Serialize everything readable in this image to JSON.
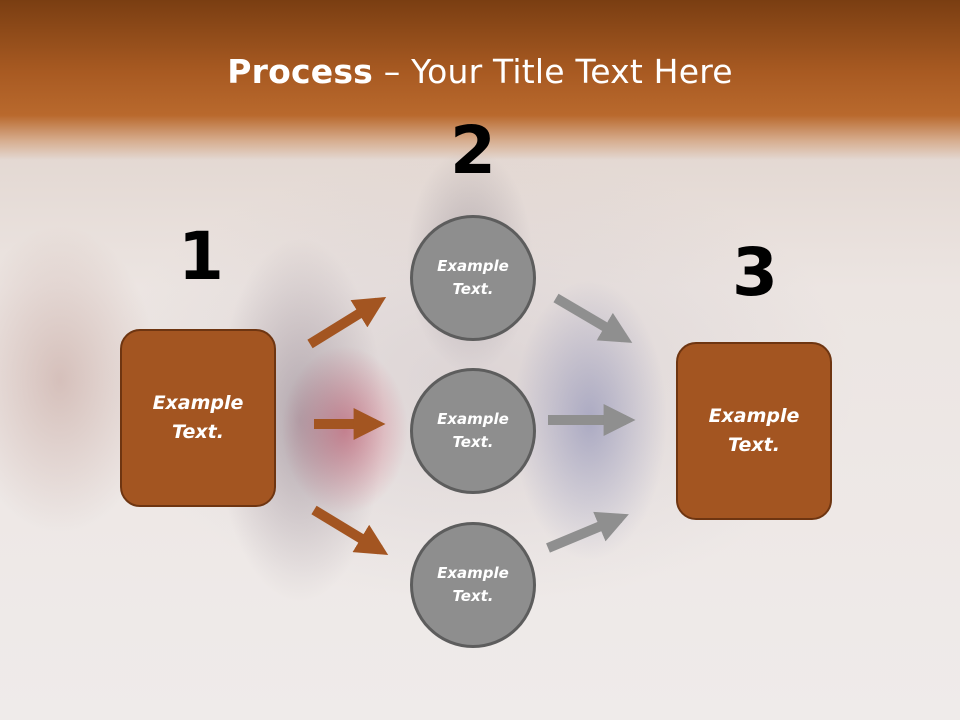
{
  "title": {
    "bold": "Process",
    "rest": " – Your Title Text Here"
  },
  "steps": {
    "one": {
      "number": "1",
      "label": "Example\nText."
    },
    "two": {
      "number": "2",
      "circles": [
        {
          "label": "Example\nText."
        },
        {
          "label": "Example\nText."
        },
        {
          "label": "Example\nText."
        }
      ]
    },
    "three": {
      "number": "3",
      "label": "Example\nText."
    }
  },
  "colors": {
    "brown_accent": "#a35521",
    "brown_dark": "#6e3511",
    "circle_gray": "#8e8e8e",
    "arrow_gray": "#8f8f8f"
  }
}
